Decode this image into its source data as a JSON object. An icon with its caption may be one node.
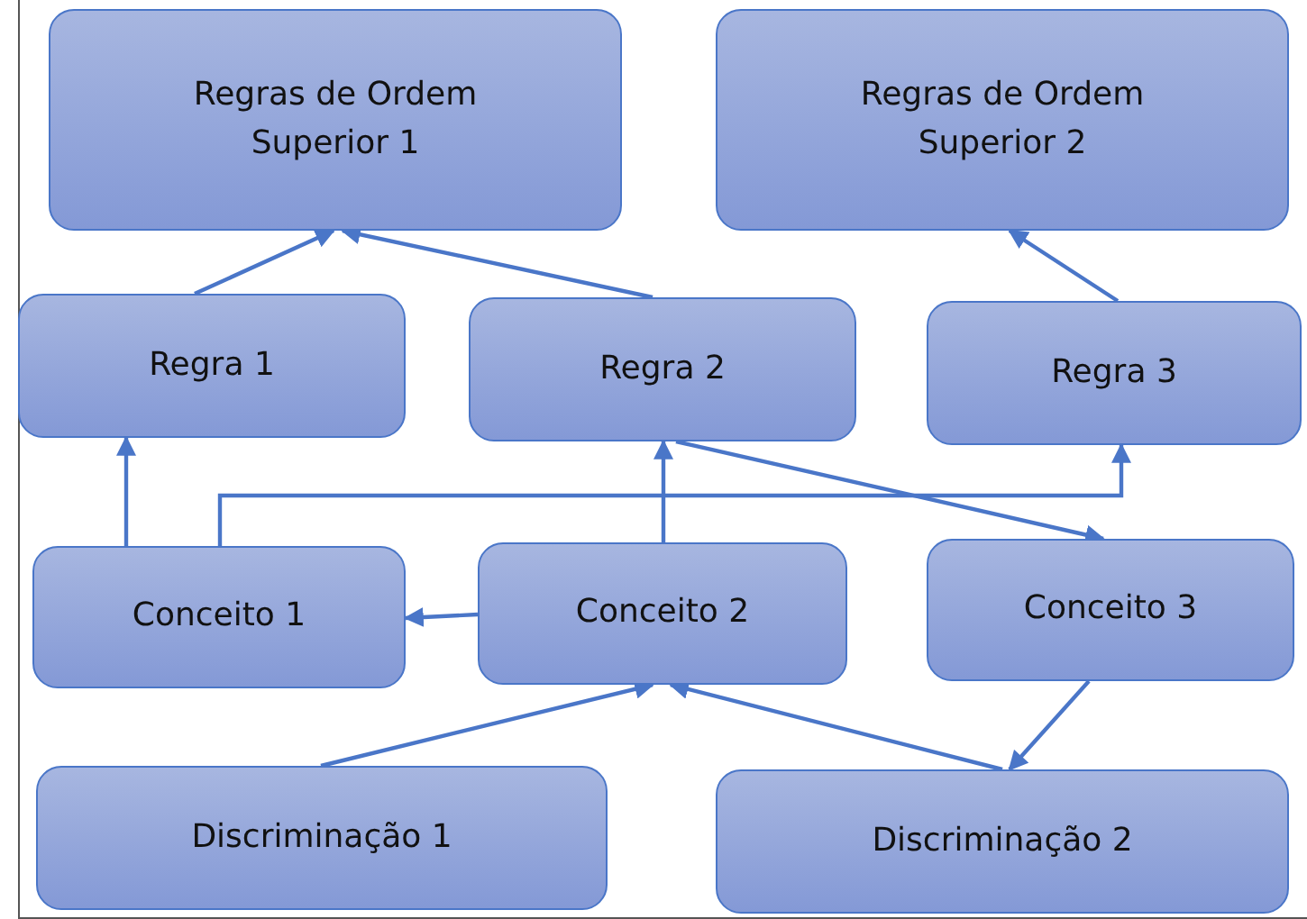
{
  "diagram": {
    "nodes": [
      {
        "text": [
          "Regras de Ordem Superior 1"
        ]
      },
      {
        "text": [
          "Regras de Ordem Superior 2"
        ]
      },
      {
        "text": [
          "Regra 1"
        ]
      },
      {
        "text": [
          "Regra 2"
        ]
      },
      {
        "text": [
          "Regra 3"
        ]
      },
      {
        "text": [
          "Conceito 1"
        ]
      },
      {
        "text": [
          "Conceito 2"
        ]
      },
      {
        "text": [
          "Conceito 3"
        ]
      },
      {
        "text": [
          "Discriminação 1"
        ]
      },
      {
        "text": [
          "Discriminação 2"
        ]
      }
    ],
    "edges": [
      {
        "from": 2,
        "to": 0,
        "arrow": "to"
      },
      {
        "from": 3,
        "to": 0,
        "arrow": "to"
      },
      {
        "from": 4,
        "to": 1,
        "arrow": "to"
      },
      {
        "from": 5,
        "to": 2,
        "arrow": "to"
      },
      {
        "from": 5,
        "to": 4,
        "arrow": "to"
      },
      {
        "from": 6,
        "to": 3,
        "arrow": "to"
      },
      {
        "from": 3,
        "to": 7,
        "arrow": "to"
      },
      {
        "from": 6,
        "to": 5,
        "arrow": "to"
      },
      {
        "from": 8,
        "to": 6,
        "arrow": "to"
      },
      {
        "from": 9,
        "to": 6,
        "arrow": "to"
      },
      {
        "from": 7,
        "to": 9,
        "arrow": "to"
      }
    ]
  }
}
